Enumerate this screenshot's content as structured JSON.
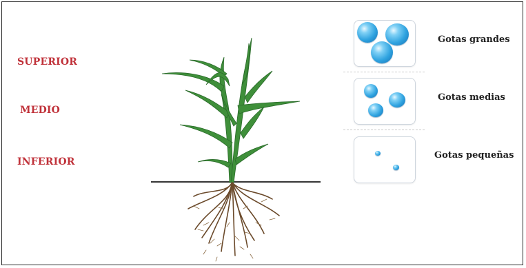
{
  "levels": {
    "superior": "SUPERIOR",
    "medio": "MEDIO",
    "inferior": "INFERIOR"
  },
  "droplets": [
    {
      "label": "Gotas grandes"
    },
    {
      "label": "Gotas medias"
    },
    {
      "label": "Gotas pequeñas"
    }
  ],
  "colors": {
    "level_label": "#c0323a",
    "leaf": "#3f8f3a",
    "leaf_dark": "#2a6b2a",
    "root": "#6b4a2b",
    "drop": "#2fa3e0"
  }
}
